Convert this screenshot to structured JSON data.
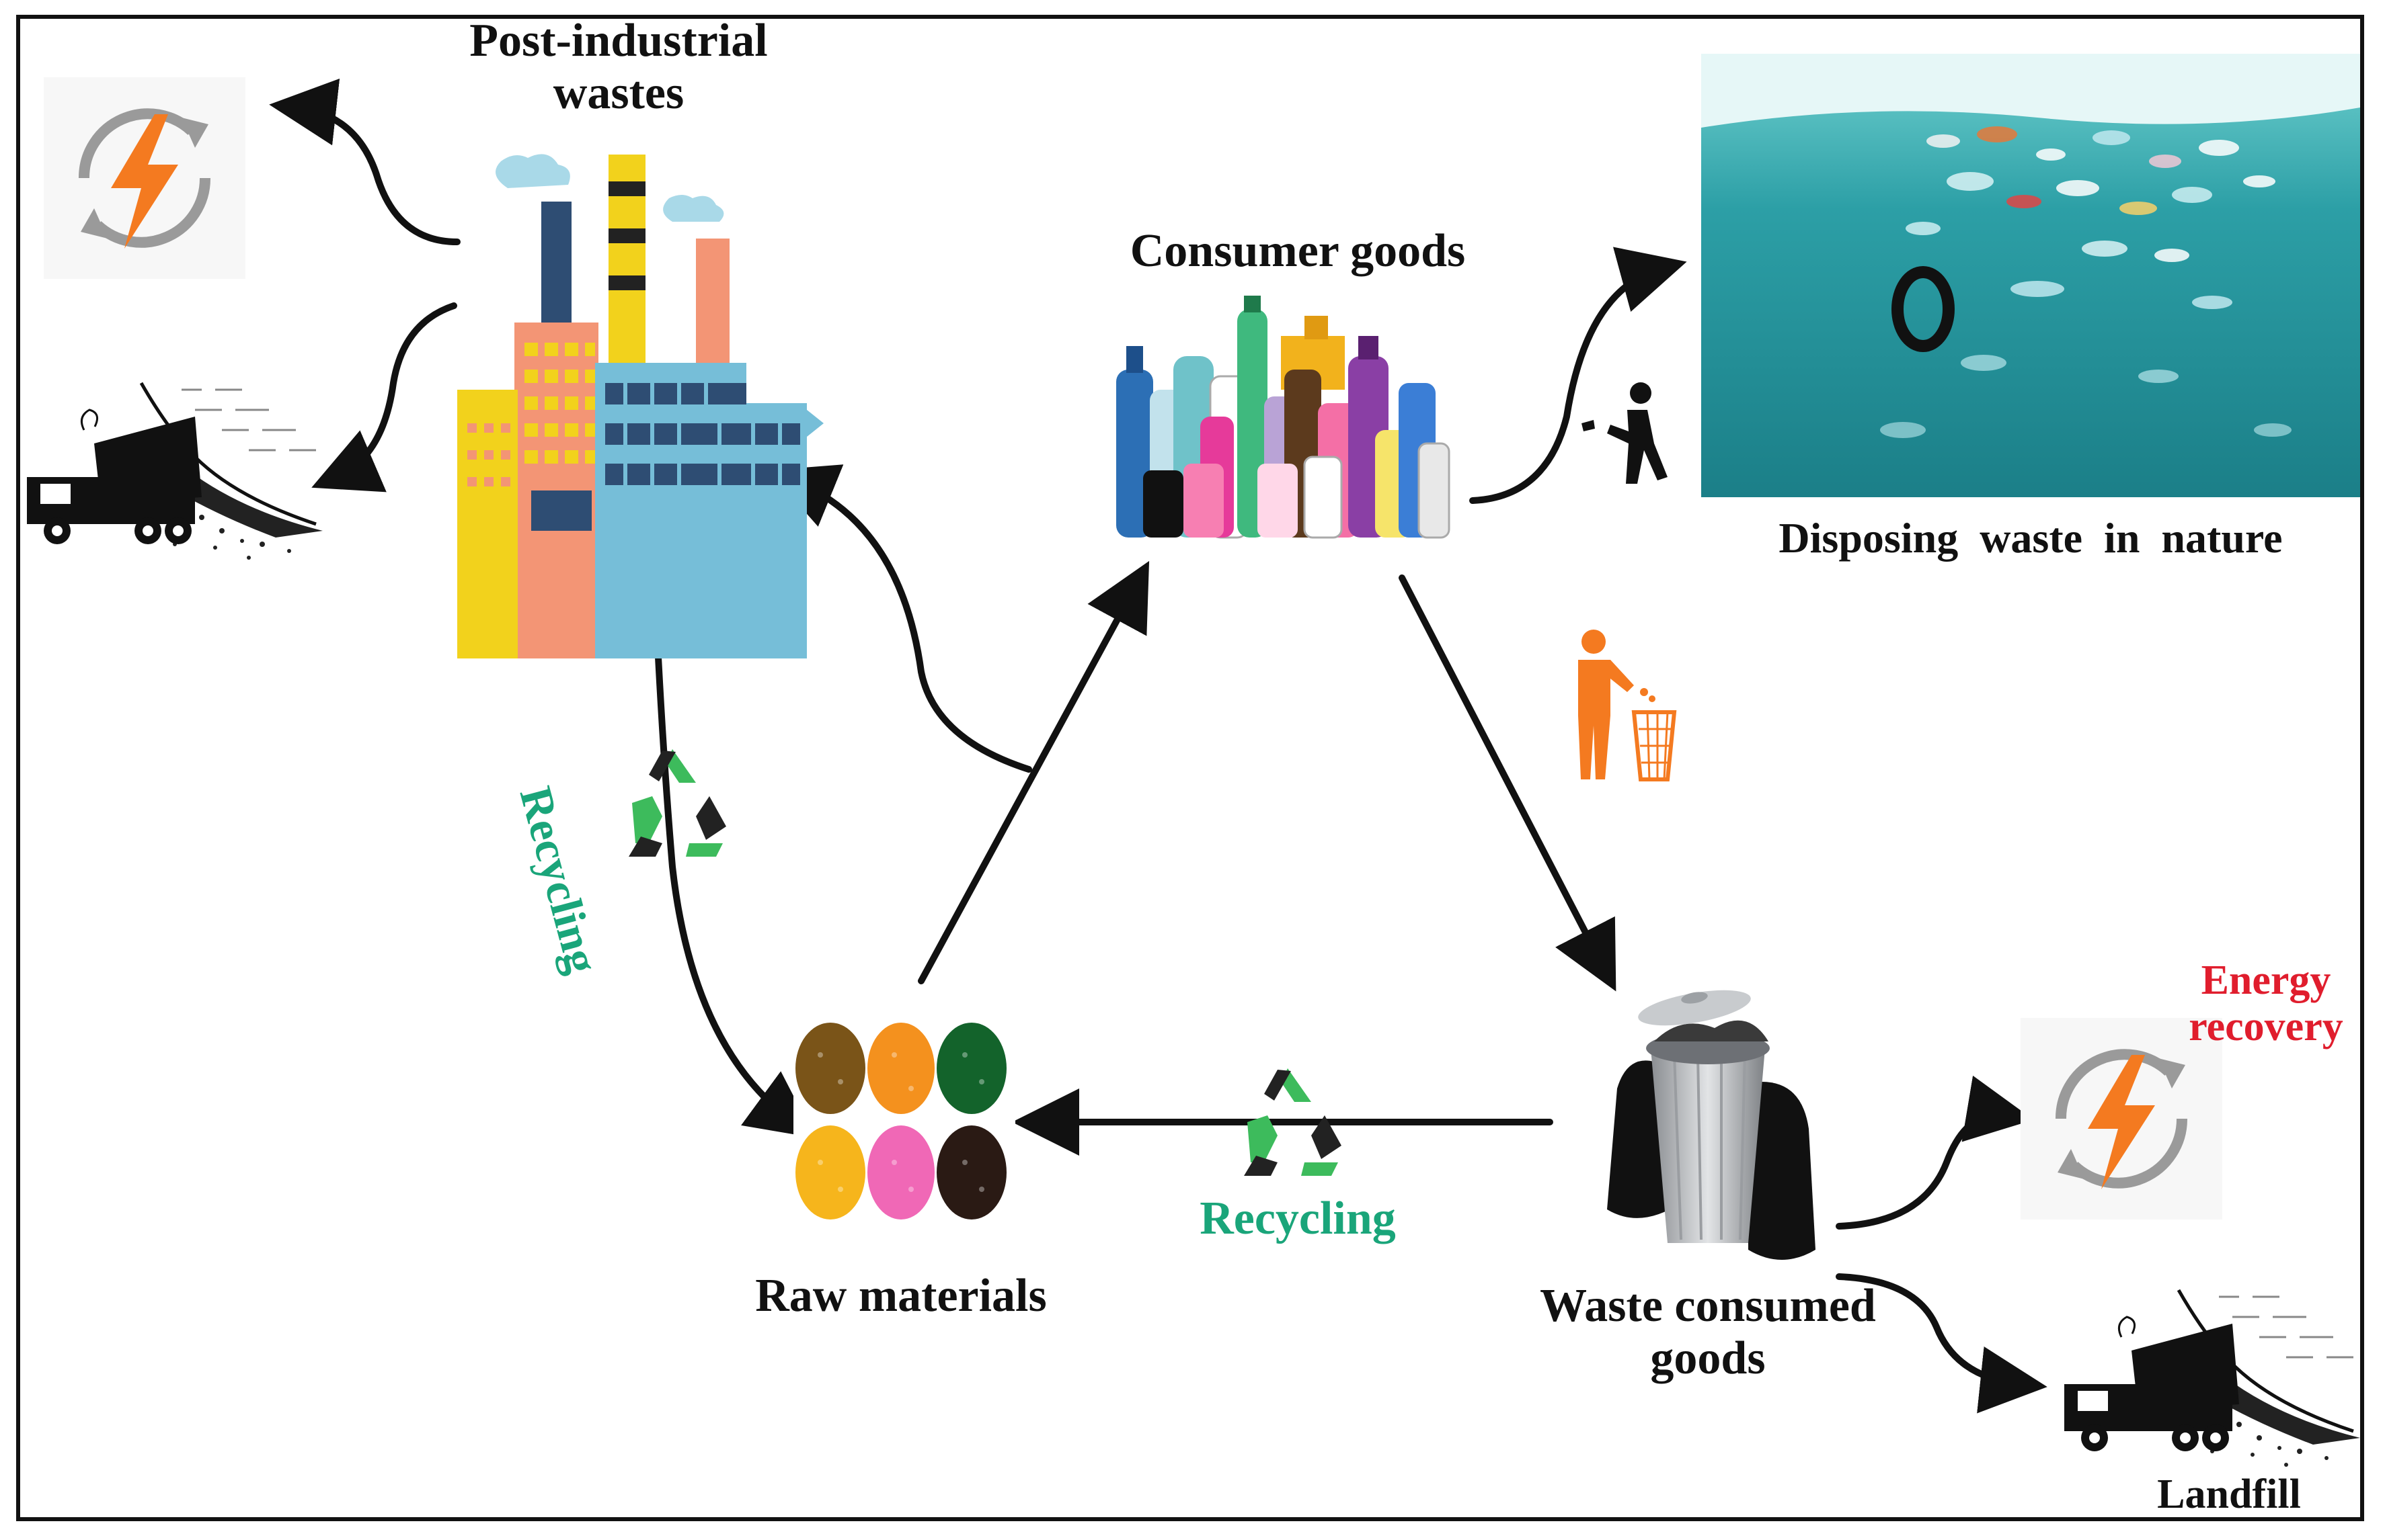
{
  "labels": {
    "post_industrial_line1": "Post-industrial",
    "post_industrial_line2": "wastes",
    "consumer_goods": "Consumer goods",
    "disposing_waste": "Disposing  waste  in  nature",
    "recycling_vertical": "Recycling",
    "recycling_horizontal": "Recycling",
    "raw_materials": "Raw materials",
    "waste_consumed_line1": "Waste consumed",
    "waste_consumed_line2": "goods",
    "energy_recovery_line1": "Energy",
    "energy_recovery_line2": "recovery",
    "landfill": "Landfill"
  },
  "icons": {
    "energy": "energy-recovery-icon",
    "truck": "dump-truck-icon",
    "factory": "factory-icon",
    "bottles": "plastic-bottles-icon",
    "ocean": "ocean-plastic-icon",
    "litterer": "littering-person-icon",
    "binner": "person-using-bin-icon",
    "recycle": "recycle-icon",
    "pellets": "plastic-pellets-icon",
    "trashcan": "trash-can-icon"
  },
  "colors": {
    "arrow": "#111111",
    "recycling_text": "#1aa57a",
    "energy_text": "#e01d2d",
    "bolt": "#f47a20",
    "ocean": "#2b9aa3"
  }
}
